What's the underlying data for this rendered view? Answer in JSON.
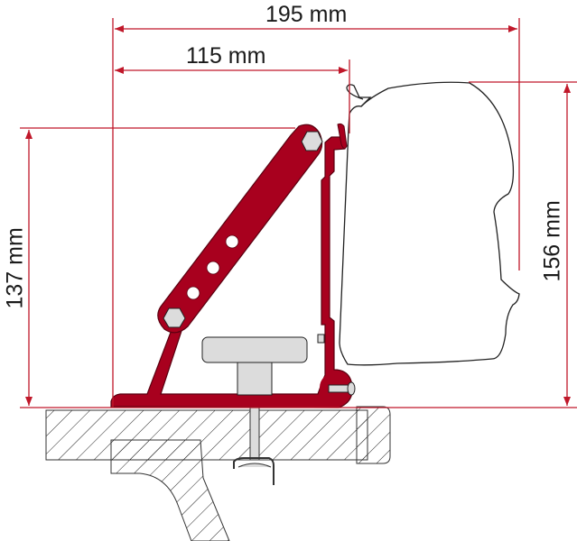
{
  "colors": {
    "dimension_line": "#c0182a",
    "bracket_fill": "#a8001e",
    "bracket_outline": "#5a0010",
    "outline": "#222222",
    "part_gray": "#dcdcdc",
    "background": "#ffffff"
  },
  "dimensions": {
    "total_width": {
      "label": "195 mm"
    },
    "bracket_width": {
      "label": "115 mm"
    },
    "bracket_height": {
      "label": "137 mm"
    },
    "total_height": {
      "label": "156 mm"
    }
  },
  "parts": {
    "awning_cassette": "awning-cassette",
    "adapter_bracket": "adapter-bracket",
    "diagonal_strut": "diagonal-strut",
    "strut_bolts": 2,
    "strut_holes": 3,
    "t_bolt": "t-bolt",
    "clamp_bolt": "clamp-bolt",
    "roof_rail_section": "roof-rail-section",
    "mounting_clip": "mounting-clip"
  }
}
